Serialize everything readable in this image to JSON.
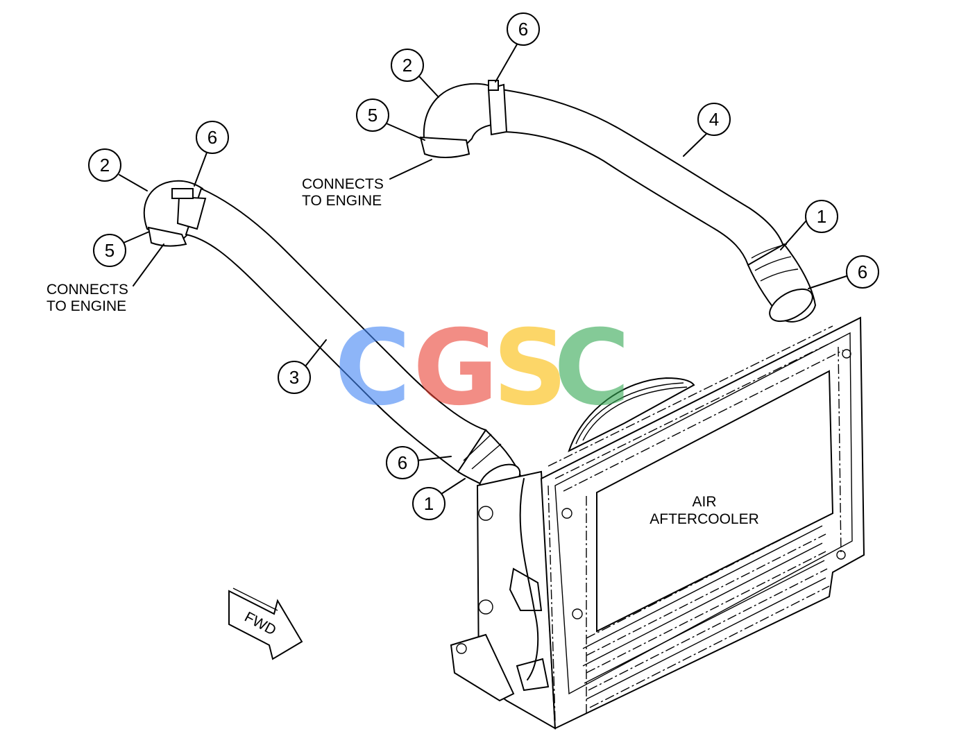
{
  "callouts": {
    "c2a": "2",
    "c6a": "6",
    "c5a": "5",
    "c4": "4",
    "c1a": "1",
    "c6b": "6",
    "c2b": "2",
    "c6c": "6",
    "c5b": "5",
    "c3": "3",
    "c6d": "6",
    "c1b": "1"
  },
  "notes": {
    "connects_upper": [
      "CONNECTS",
      "TO ENGINE"
    ],
    "connects_left": [
      "CONNECTS",
      "TO ENGINE"
    ],
    "aftercooler": [
      "AIR",
      "AFTERCOOLER"
    ],
    "fwd": "FWD"
  },
  "watermark": {
    "letters": [
      "C",
      "G",
      "S",
      "C"
    ],
    "colors": [
      "#4285F4",
      "#EA4335",
      "#FBBC05",
      "#34A853"
    ]
  }
}
